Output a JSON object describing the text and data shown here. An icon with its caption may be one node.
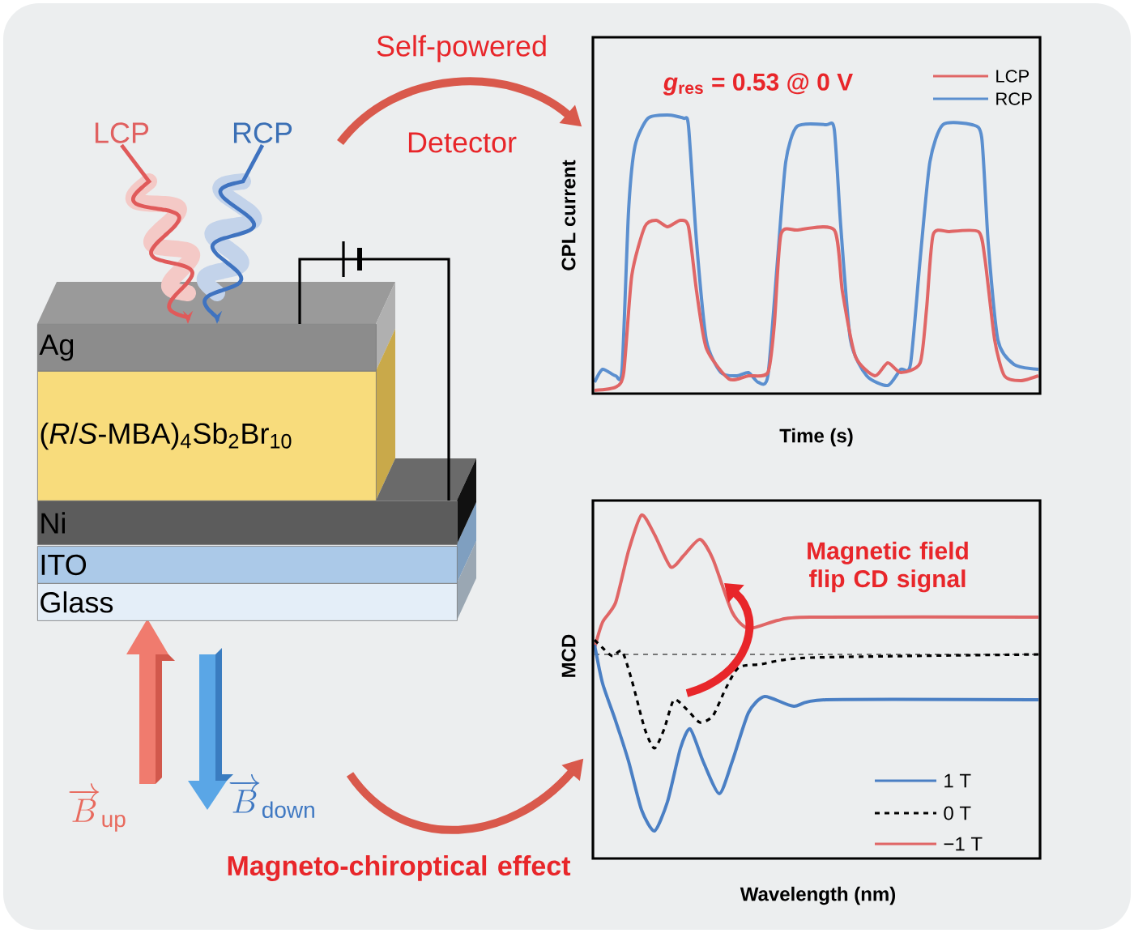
{
  "diagram": {
    "nodes": [
      {
        "text": [
          "Ag"
        ]
      },
      {
        "text": [
          "(*R*/*S*-MBA)$_{4}$Sb$_{2}$Br$_{10}$"
        ]
      },
      {
        "text": [
          "Ni"
        ]
      },
      {
        "text": [
          "ITO"
        ]
      },
      {
        "text": [
          "Glass"
        ]
      },
      {
        "text": [],
        "shape": "picture",
        "beside": [
          "CPL current",
          "Time (s)"
        ]
      },
      {
        "text": [],
        "shape": "picture",
        "beside": [
          "MCD",
          "Wavelength (nm)"
        ]
      },
      {
        "text": [
          "LCP"
        ]
      },
      {
        "text": [
          "RCP"
        ]
      }
    ],
    "edges": [
      {
        "from": 0,
        "to": 2,
        "arrow": "none",
        "color": "#000000"
      },
      {
        "from": null,
        "to": 5,
        "arrow": "to",
        "style": "thick",
        "color": "#d9594c"
      },
      {
        "from": null,
        "to": 6,
        "arrow": "to",
        "style": "thick",
        "color": "#d9594c"
      },
      {
        "from": 7,
        "to": 0,
        "arrow": "to",
        "color": "#e05a5a"
      },
      {
        "from": 8,
        "to": 0,
        "arrow": "to",
        "color": "#3f73c0"
      }
    ],
    "labels": [
      "Self-powered",
      "Detector",
      "*g*$_{res}$ = 0.53 @ 0 V",
      "Magnetic field flip CD signal",
      "\\overrightarrow{B}_{\\mathrm{up}}",
      "\\overrightarrow{B}_{\\mathrm{down}}",
      "Magneto-chiroptical effect"
    ],
    "legend": [
      {
        "text": "LCP"
      },
      {
        "text": "RCP"
      },
      {
        "text": "1 T"
      },
      {
        "text": "0 T"
      },
      {
        "text": "−1 T"
      }
    ]
  }
}
